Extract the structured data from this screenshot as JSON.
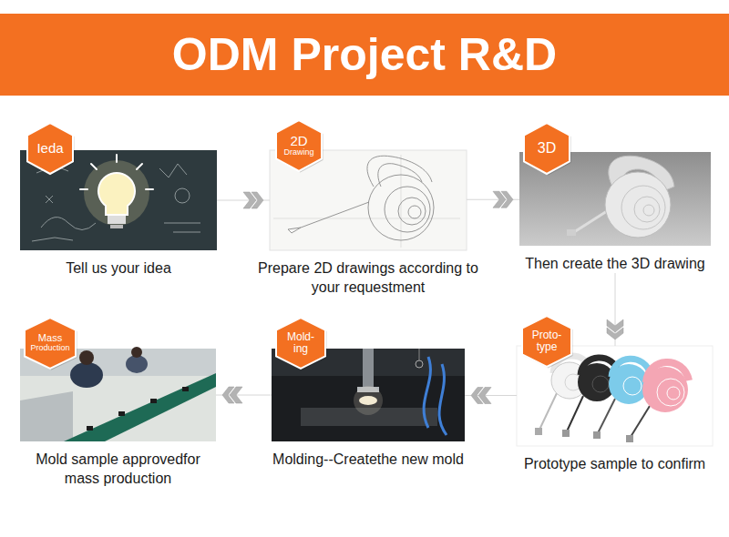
{
  "diagram": {
    "title": "ODM Project R&D",
    "nodes": [
      {
        "text": [
          "Tell us your idea"
        ]
      },
      {
        "text": [
          "Ieda"
        ],
        "in": 0
      },
      {
        "text": [
          "Prepare 2D drawings according to your requestment"
        ]
      },
      {
        "text": [
          "2D",
          "Drawing"
        ],
        "in": 2
      },
      {
        "text": [
          "Then create the 3D drawing"
        ]
      },
      {
        "text": [
          "3D"
        ],
        "in": 4
      },
      {
        "text": [
          "Prototype sample to confirm"
        ]
      },
      {
        "text": [
          "Proto- type"
        ],
        "in": 6
      },
      {
        "text": [
          "Molding--Createthe new mold"
        ]
      },
      {
        "text": [
          "Mold- ing"
        ],
        "in": 8
      },
      {
        "text": [
          "Mold sample approvedfor mass production"
        ]
      },
      {
        "text": [
          "Mass",
          "Production"
        ],
        "in": 10
      }
    ],
    "edges": [
      {
        "from": 0,
        "to": 2,
        "arrow": "to"
      },
      {
        "from": 2,
        "to": 4,
        "arrow": "to"
      },
      {
        "from": 4,
        "to": 6,
        "arrow": "to"
      },
      {
        "from": 6,
        "to": 8,
        "arrow": "to"
      },
      {
        "from": 8,
        "to": 10,
        "arrow": "to"
      }
    ]
  }
}
